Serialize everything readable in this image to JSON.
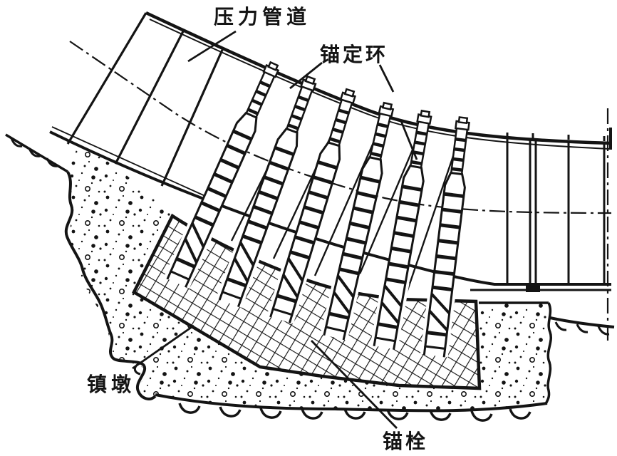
{
  "figure": {
    "type": "engineering-line-diagram",
    "subject": "penstock anchor block cross-section",
    "labels": {
      "pipeline": "压力管道",
      "anchor_ring": "锚定环",
      "thrust_block": "镇墩",
      "anchor_bolt": "锚栓"
    },
    "colors": {
      "ink": "#141414",
      "paper": "#ffffff"
    }
  }
}
